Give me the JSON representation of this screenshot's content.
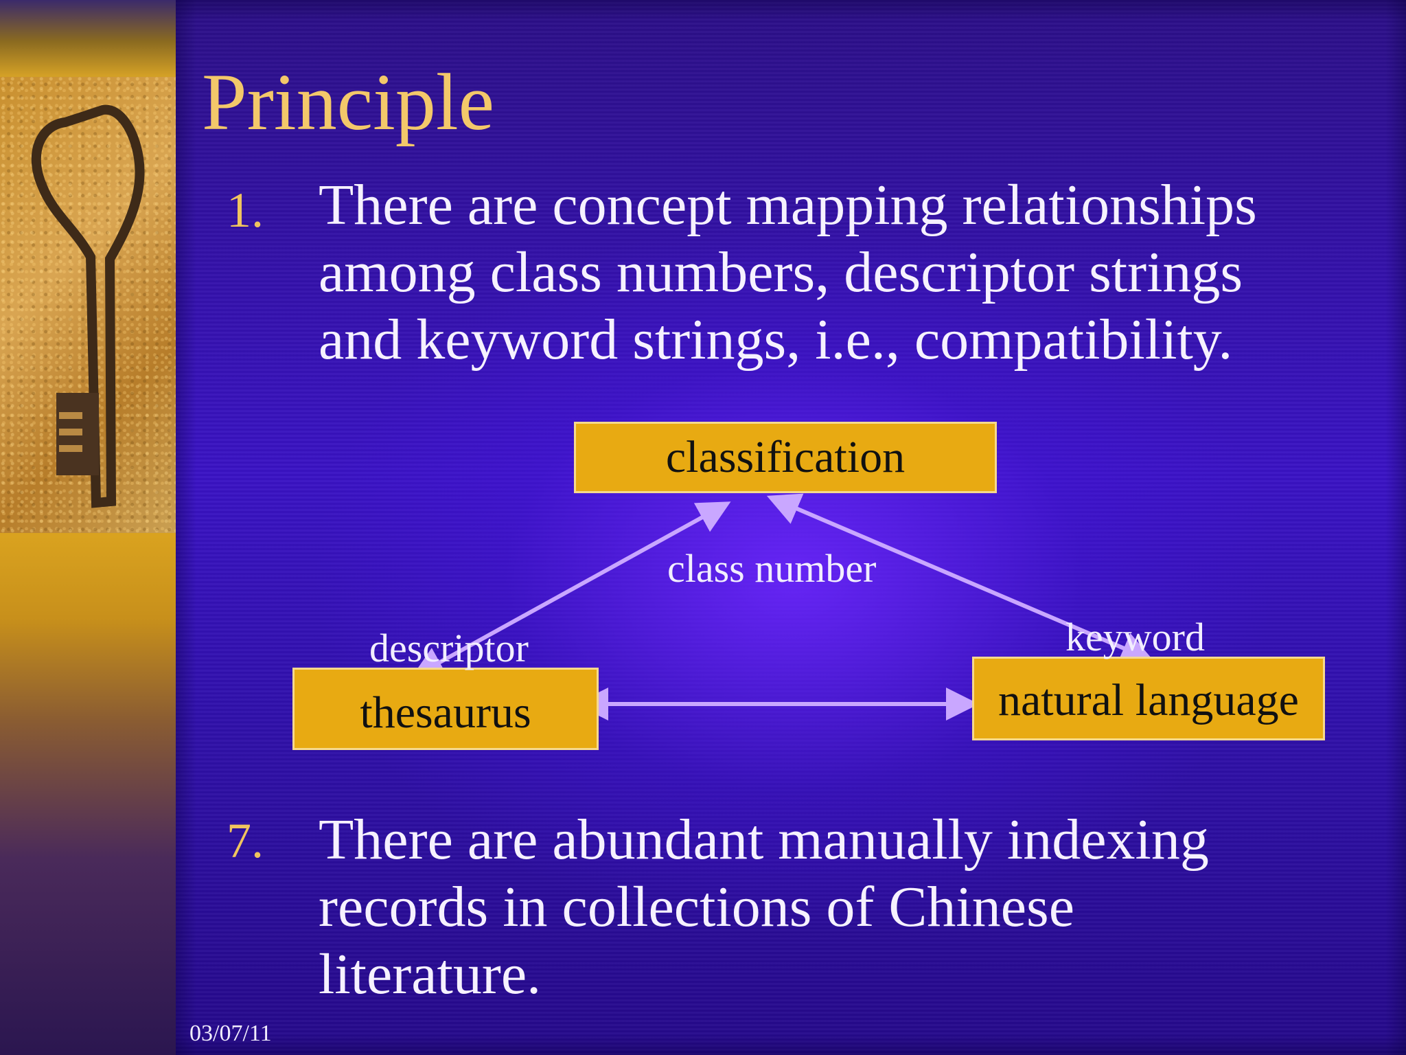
{
  "slide": {
    "title": "Principle",
    "bullets": [
      {
        "number": "1.",
        "lines": [
          "There are concept mapping relationships",
          "among class numbers, descriptor strings",
          "and keyword strings, i.e., compatibility."
        ]
      },
      {
        "number": "7.",
        "lines": [
          "There are abundant manually indexing",
          "records in collections of Chinese",
          "literature."
        ]
      }
    ],
    "footer_date": "03/07/11"
  },
  "diagram": {
    "nodes": {
      "classification": "classification",
      "thesaurus": "thesaurus",
      "natural_language": "natural language"
    },
    "edge_labels": {
      "class_number": "class number",
      "descriptor": "descriptor",
      "keyword": "keyword"
    }
  },
  "colors": {
    "background": "#3a13c4",
    "title": "#f3c86a",
    "box_fill": "#e8aa12",
    "arrow": "#c9a7ff",
    "text": "#f6f1ff"
  }
}
